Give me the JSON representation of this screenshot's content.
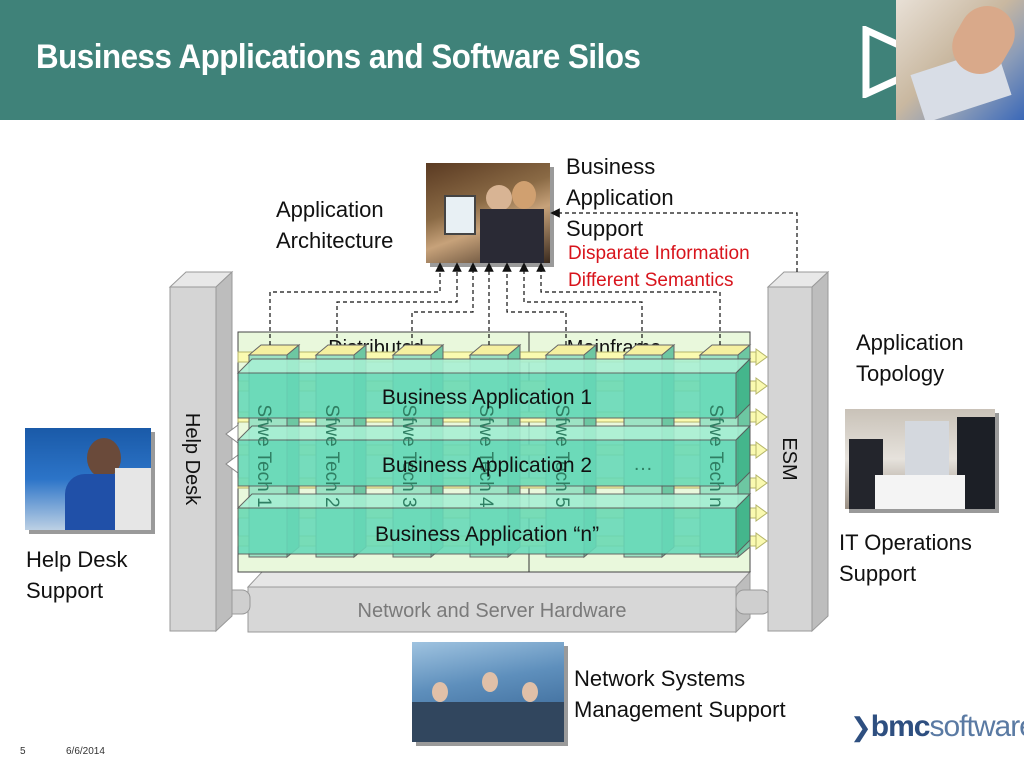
{
  "title": "Business Applications and Software Silos",
  "labels": {
    "business_application_support": [
      "Business",
      "Application",
      "Support"
    ],
    "application_architecture": [
      "Application",
      "Architecture"
    ],
    "disparate_information": "Disparate Information",
    "different_semantics": "Different Semantics",
    "application_topology": [
      "Application",
      "Topology"
    ],
    "help_desk_support": [
      "Help Desk",
      "Support"
    ],
    "it_operations_support": [
      "IT Operations",
      "Support"
    ],
    "network_systems_management_support": [
      "Network Systems",
      "Management Support"
    ]
  },
  "diagram": {
    "help_desk_column": "Help Desk",
    "esm_column": "ESM",
    "distributed": "Distributed",
    "mainframe": "Mainframe",
    "ellipsis": "…",
    "business_apps": [
      "Business Application 1",
      "Business Application 2",
      "Business Application “n”"
    ],
    "software_techs": [
      "Sfwe Tech 1",
      "Sfwe Tech 2",
      "Sfwe Tech 3",
      "Sfwe Tech 4",
      "Sfwe Tech 5",
      "Sfwe Tech n"
    ],
    "hardware_base": "Network and Server Hardware"
  },
  "footer": {
    "page_number": "5",
    "date": "6/6/2014"
  },
  "logo": {
    "brand_bold": "bmc",
    "brand_light": "software"
  },
  "colors": {
    "header": "#3f8279",
    "accent_red": "#d8141c",
    "app_bar": "#66d9b8",
    "tech_column": "#9de3c4",
    "pillar": "#cccccc"
  },
  "images": [
    "presenter-hand-photo",
    "office-team-computer-photo",
    "help-desk-agent-photo",
    "it-operations-meeting-photo",
    "network-operations-center-photo"
  ]
}
